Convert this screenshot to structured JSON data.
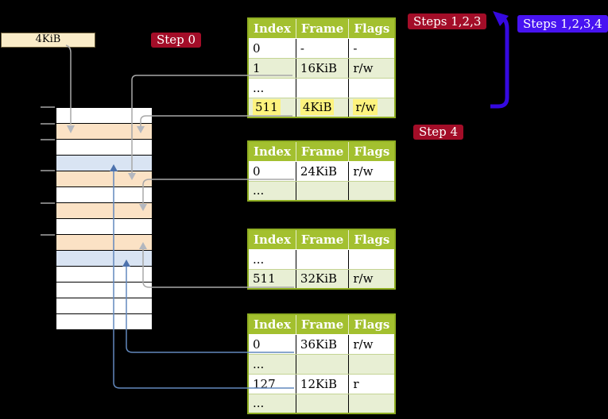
{
  "colors": {
    "background": "#000000",
    "box_beige": "#faecc8",
    "box_border": "#6b5d3a",
    "label_red": "#a30d28",
    "label_blue": "#4713f2",
    "arrow_blue": "#3509e0",
    "header_green": "#a3c02f",
    "row_green": "#e8efd4",
    "border_green": "#8fae22",
    "highlight_yellow": "#fdf37e",
    "mem_orange": "#fbe2c5",
    "mem_blue": "#d9e4f3",
    "connector_gray": "#a8a8a8",
    "arrowhead_gray": "#b3b7bf",
    "connector_blue": "#6288bd",
    "arrowhead_blue": "#4d72ad"
  },
  "frame_box": {
    "label": "4KiB"
  },
  "step_labels": {
    "step0": "Step 0",
    "steps123": "Steps 1,2,3",
    "steps1234": "Steps 1,2,3,4",
    "step4": "Step 4"
  },
  "page_tables": [
    {
      "headers": [
        "Index",
        "Frame",
        "Flags"
      ],
      "rows": [
        {
          "cells": [
            "0",
            "-",
            "-"
          ],
          "highlight": false
        },
        {
          "cells": [
            "1",
            "16KiB",
            "r/w"
          ],
          "highlight": false
        },
        {
          "cells": [
            "...",
            "",
            ""
          ],
          "highlight": false
        },
        {
          "cells": [
            "511",
            "4KiB",
            "r/w"
          ],
          "highlight": true
        }
      ]
    },
    {
      "headers": [
        "Index",
        "Frame",
        "Flags"
      ],
      "rows": [
        {
          "cells": [
            "0",
            "24KiB",
            "r/w"
          ],
          "highlight": false
        },
        {
          "cells": [
            "...",
            "",
            ""
          ],
          "highlight": false
        }
      ]
    },
    {
      "headers": [
        "Index",
        "Frame",
        "Flags"
      ],
      "rows": [
        {
          "cells": [
            "...",
            "",
            ""
          ],
          "highlight": false
        },
        {
          "cells": [
            "511",
            "32KiB",
            "r/w"
          ],
          "highlight": false
        }
      ]
    },
    {
      "headers": [
        "Index",
        "Frame",
        "Flags"
      ],
      "rows": [
        {
          "cells": [
            "0",
            "36KiB",
            "r/w"
          ],
          "highlight": false
        },
        {
          "cells": [
            "...",
            "",
            ""
          ],
          "highlight": false
        },
        {
          "cells": [
            "127",
            "12KiB",
            "r"
          ],
          "highlight": false
        },
        {
          "cells": [
            "...",
            "",
            ""
          ],
          "highlight": false
        }
      ]
    }
  ],
  "memory": {
    "row_types": [
      "white",
      "orange",
      "white",
      "blue",
      "orange",
      "white",
      "orange",
      "white",
      "orange",
      "blue",
      "white",
      "white",
      "white",
      "white"
    ]
  }
}
